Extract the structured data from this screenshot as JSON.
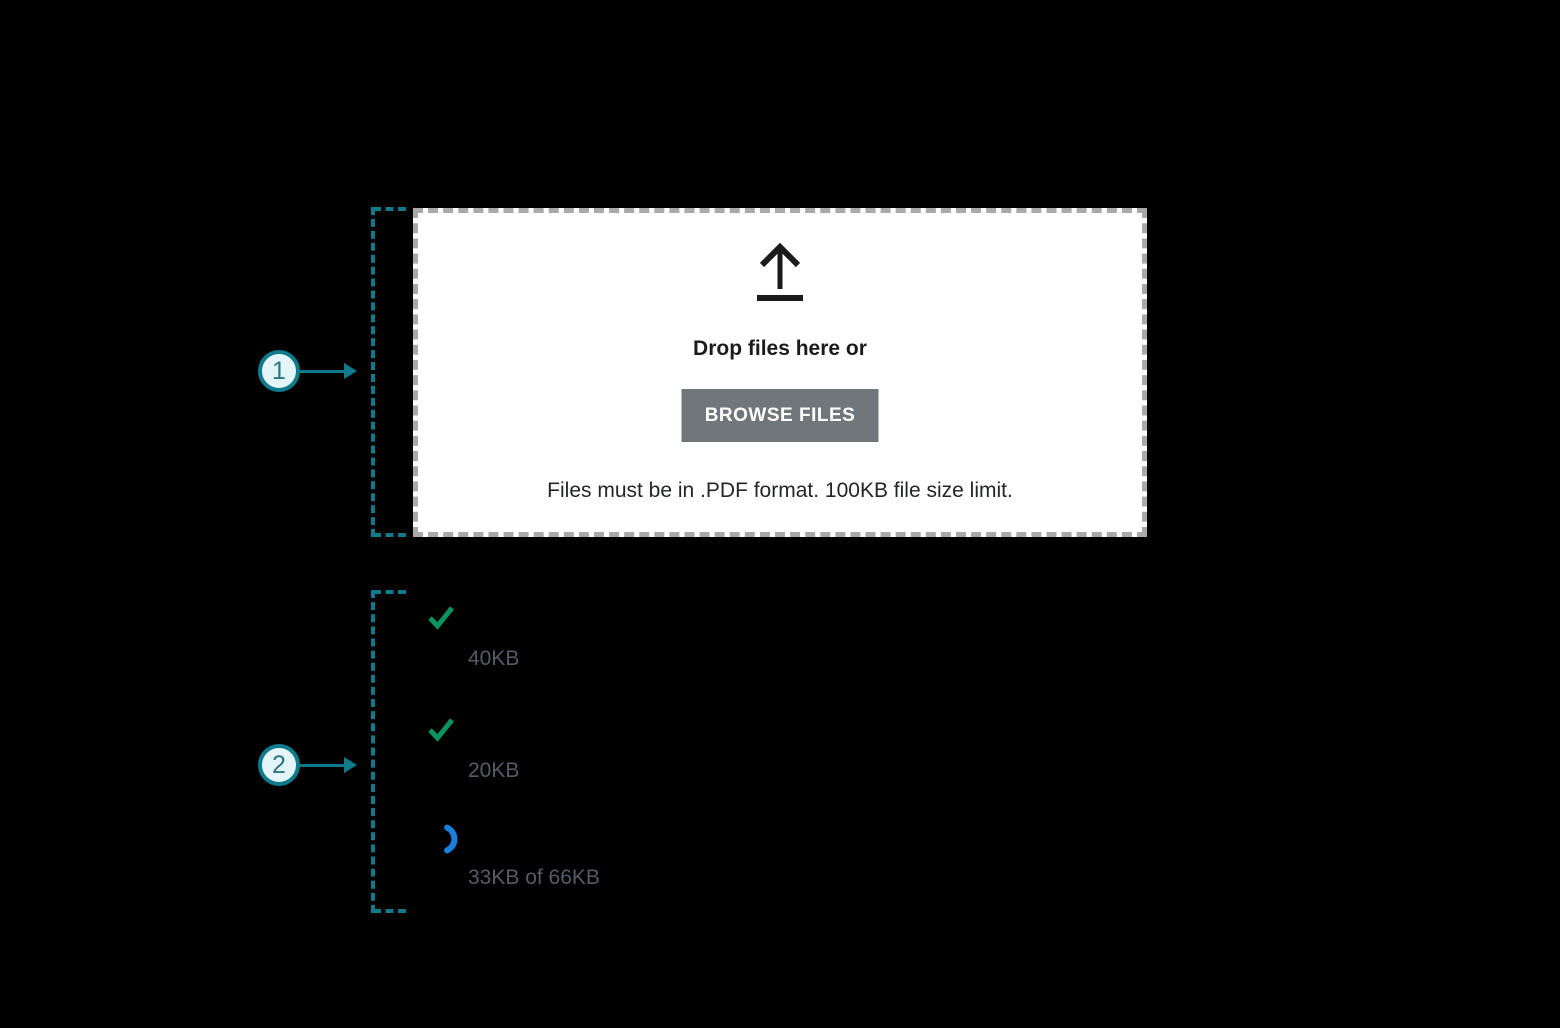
{
  "annotations": {
    "callout1": {
      "number": "1",
      "target": "file-dropzone"
    },
    "callout2": {
      "number": "2",
      "target": "upload-status-list"
    }
  },
  "dropzone": {
    "title": "Drop files here or",
    "browse_button_label": "BROWSE FILES",
    "hint": "Files must be in .PDF format. 100KB file size limit.",
    "icon": "upload-arrow-icon"
  },
  "uploads": [
    {
      "status": "complete",
      "icon": "check-icon",
      "size": "40KB"
    },
    {
      "status": "complete",
      "icon": "check-icon",
      "size": "20KB"
    },
    {
      "status": "uploading",
      "icon": "spinner-icon",
      "size": "33KB of 66KB"
    }
  ],
  "colors": {
    "background": "#000000",
    "annotation_teal": "#0e7a8c",
    "callout_fill": "#e3f5f9",
    "dropzone_background": "#ffffff",
    "dropzone_border_gray": "#a9a9a9",
    "button_gray": "#71767a",
    "button_text": "#ffffff",
    "text_dark": "#1b1b1b",
    "size_text_gray": "#565c65",
    "check_green": "#0c9460",
    "spinner_blue": "#1b7fe0"
  }
}
